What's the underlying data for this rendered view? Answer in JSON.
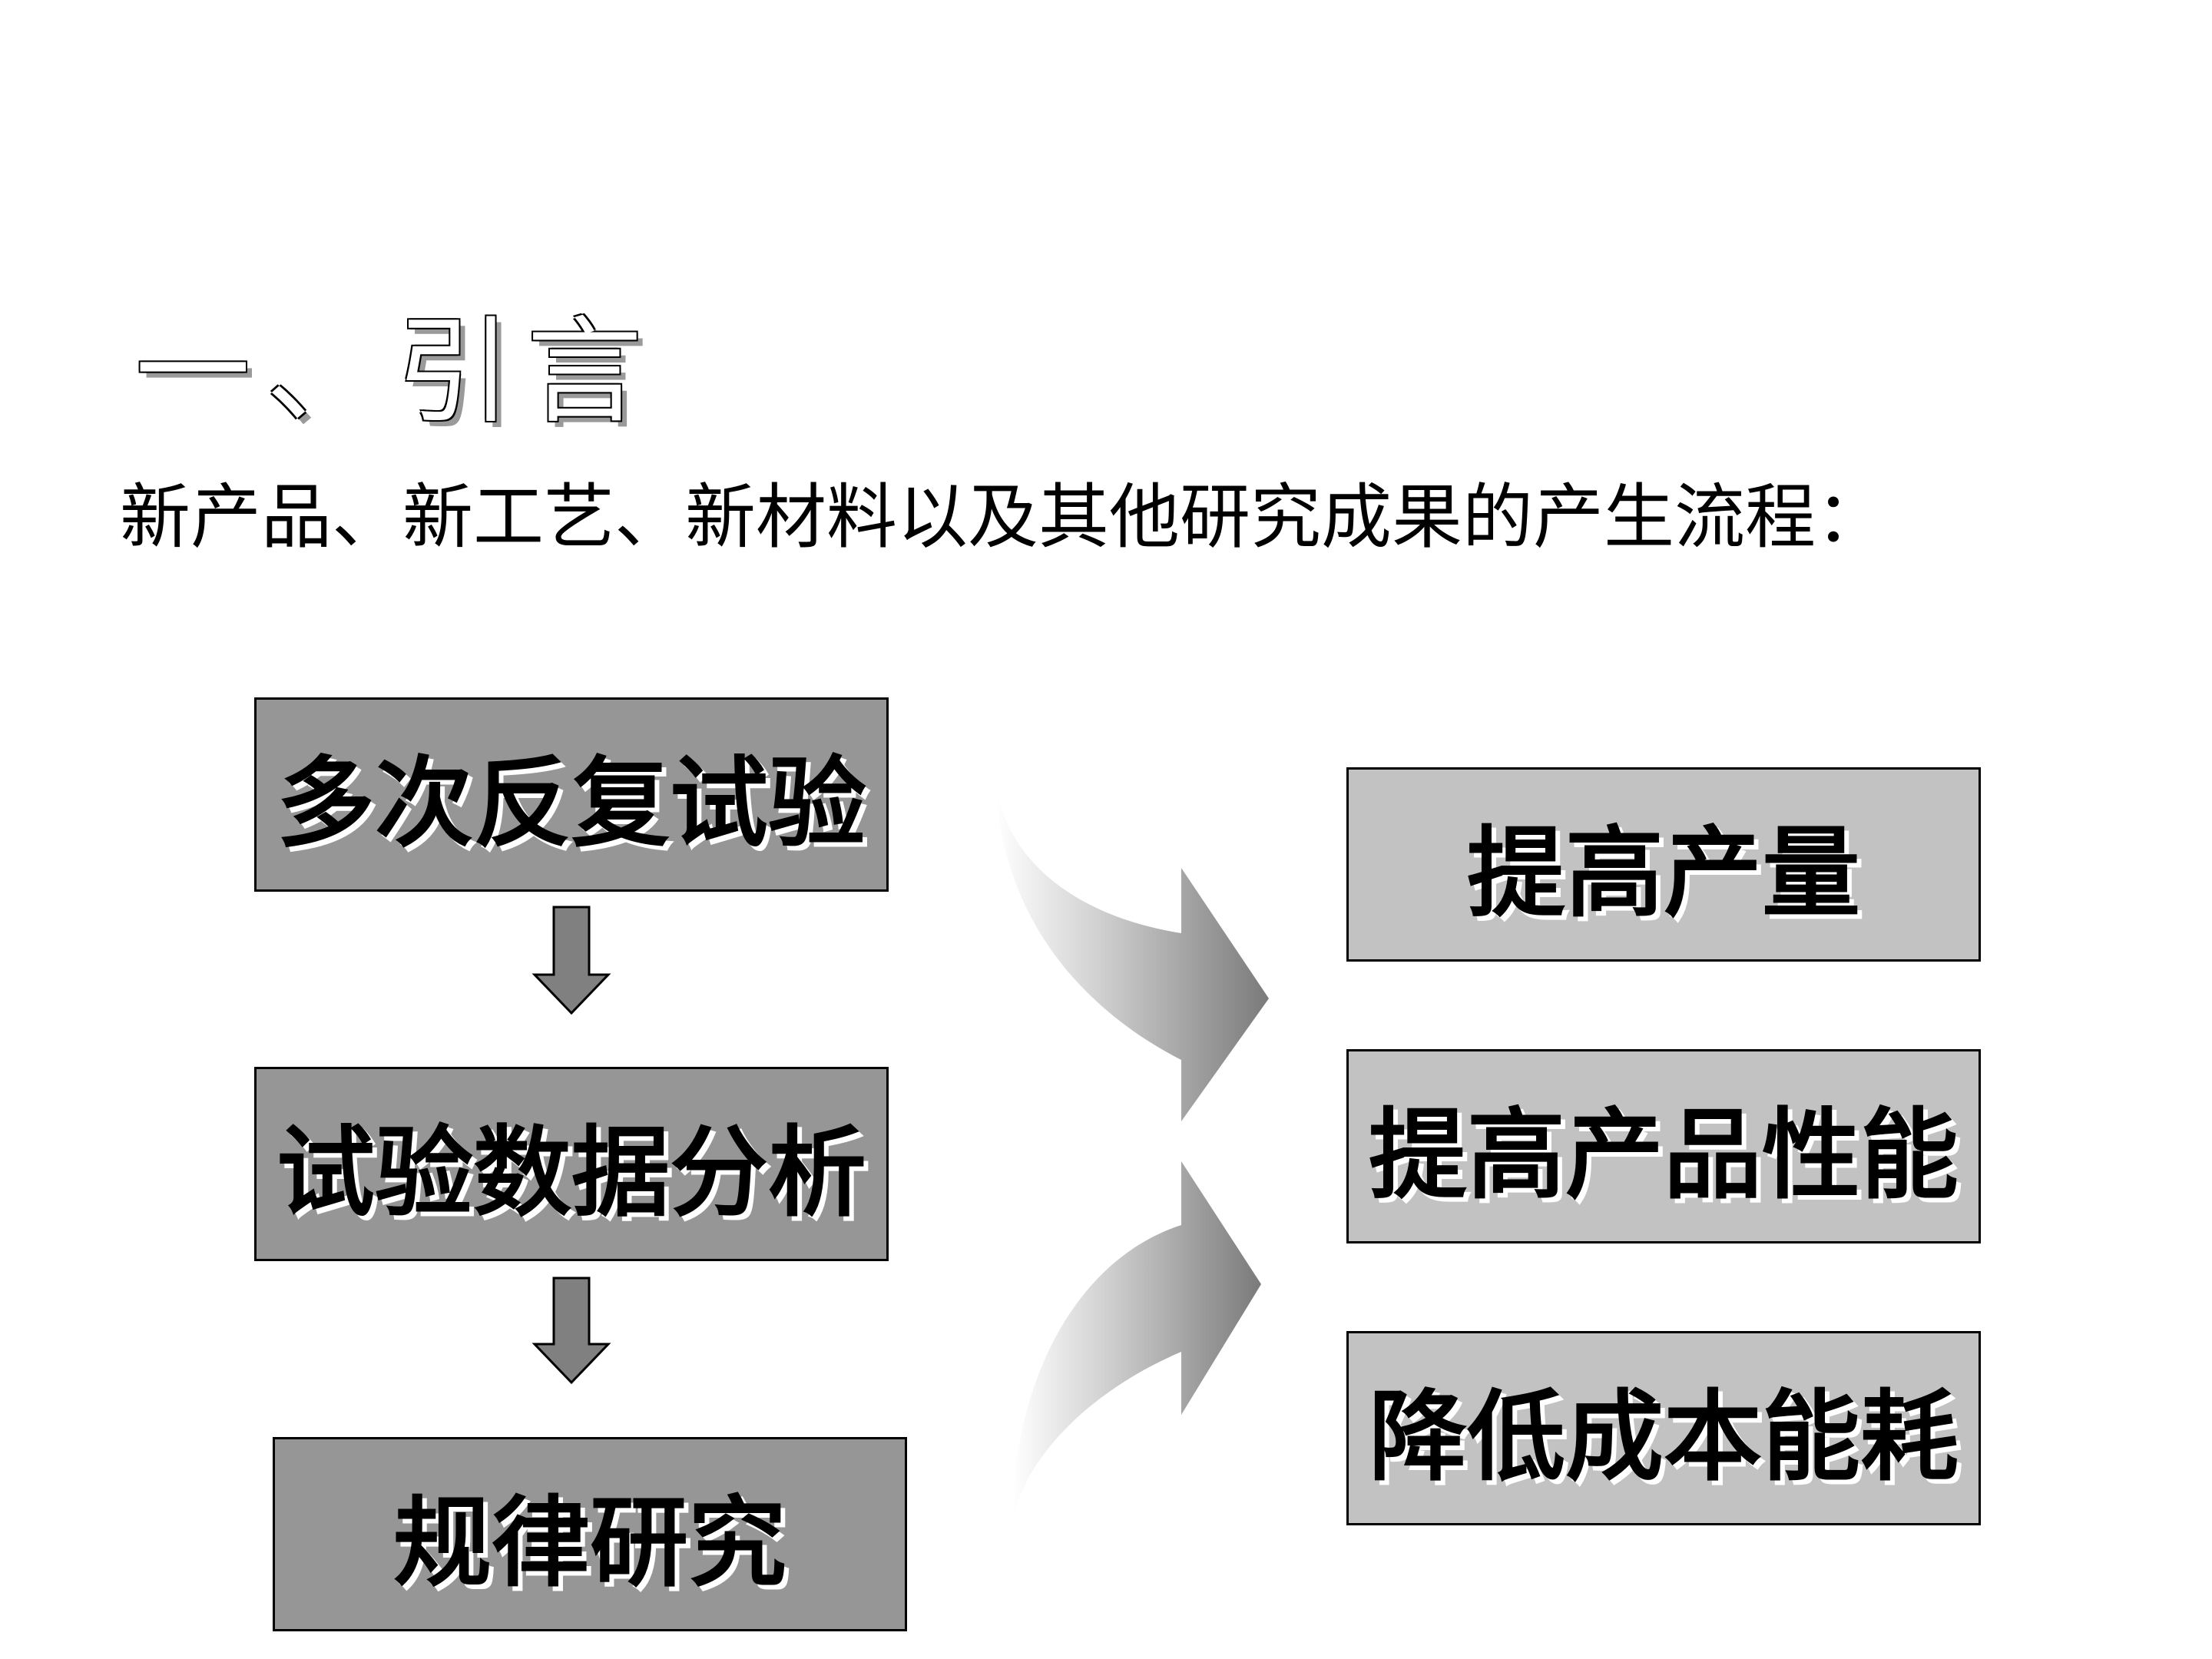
{
  "title": "一、引言",
  "subtitle": "新产品、新工艺、新材料以及其他研究成果的产生流程：",
  "steps": [
    {
      "label": "多次反复试验"
    },
    {
      "label": "试验数据分析"
    },
    {
      "label": "规律研究"
    }
  ],
  "results": [
    {
      "label": "提高产量"
    },
    {
      "label": "提高产品性能"
    },
    {
      "label": "降低成本能耗"
    }
  ],
  "colors": {
    "step_fill": "#969696",
    "result_fill": "#c2c2c2",
    "arrow_fill": "#808080"
  }
}
